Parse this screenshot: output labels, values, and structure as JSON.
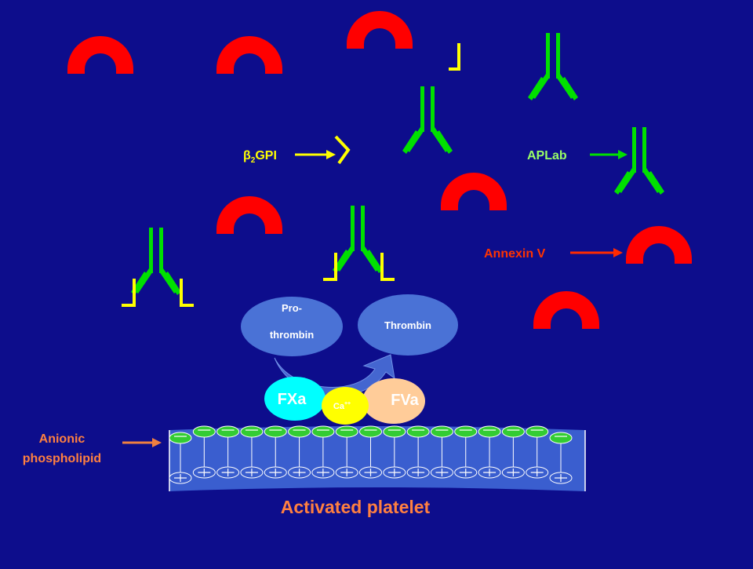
{
  "colors": {
    "background": "#0d0d8c",
    "annexin": "#ff0000",
    "antibody": "#00e000",
    "beta2gpi": "#ffff00",
    "arrow_yellow": "#ffff00",
    "arrow_green": "#00e000",
    "arrow_red": "#ff2a00",
    "arrow_orange": "#f08040",
    "membrane": "#3a5ecf",
    "head_negative": "#33cc33",
    "fxa": "#00ffff",
    "fva": "#ffcc99",
    "calcium": "#ffff00",
    "thrombin_bubble": "#4a72d6",
    "label_orange": "#ff8040",
    "label_green": "#99ff66",
    "label_red": "#ff3300"
  },
  "labels": {
    "beta2gpi_beta": "β",
    "beta2gpi_sub": "2",
    "beta2gpi_rest": "GPI",
    "aplab": "APLab",
    "annexin": "Annexin V",
    "prothrombin_line1": "Pro-",
    "prothrombin_line2": "thrombin",
    "thrombin": "Thrombin",
    "fxa": "FXa",
    "fva": "FVa",
    "calcium_base": "Ca",
    "calcium_sup": "++",
    "anionic_line1": "Anionic",
    "anionic_line2": "phospholipid",
    "platelet": "Activated platelet"
  },
  "icons": [
    "annexin-v-arc-icon",
    "antibody-y-icon",
    "beta2gpi-hook-icon",
    "phospholipid-head-icon",
    "minus-sign-icon",
    "plus-sign-icon"
  ]
}
